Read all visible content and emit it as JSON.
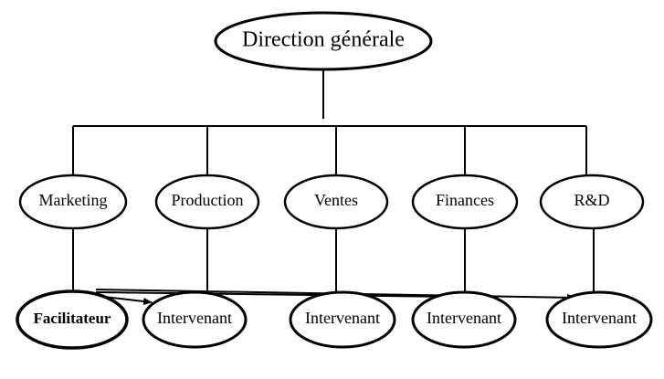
{
  "diagram": {
    "root": {
      "label": "Direction générale"
    },
    "departments": [
      {
        "label": "Marketing"
      },
      {
        "label": "Production"
      },
      {
        "label": "Ventes"
      },
      {
        "label": "Finances"
      },
      {
        "label": "R&D"
      }
    ],
    "facilitator": {
      "label": "Facilitateur"
    },
    "intervenants": [
      {
        "label": "Intervenant"
      },
      {
        "label": "Intervenant"
      },
      {
        "label": "Intervenant"
      },
      {
        "label": "Intervenant"
      }
    ]
  }
}
